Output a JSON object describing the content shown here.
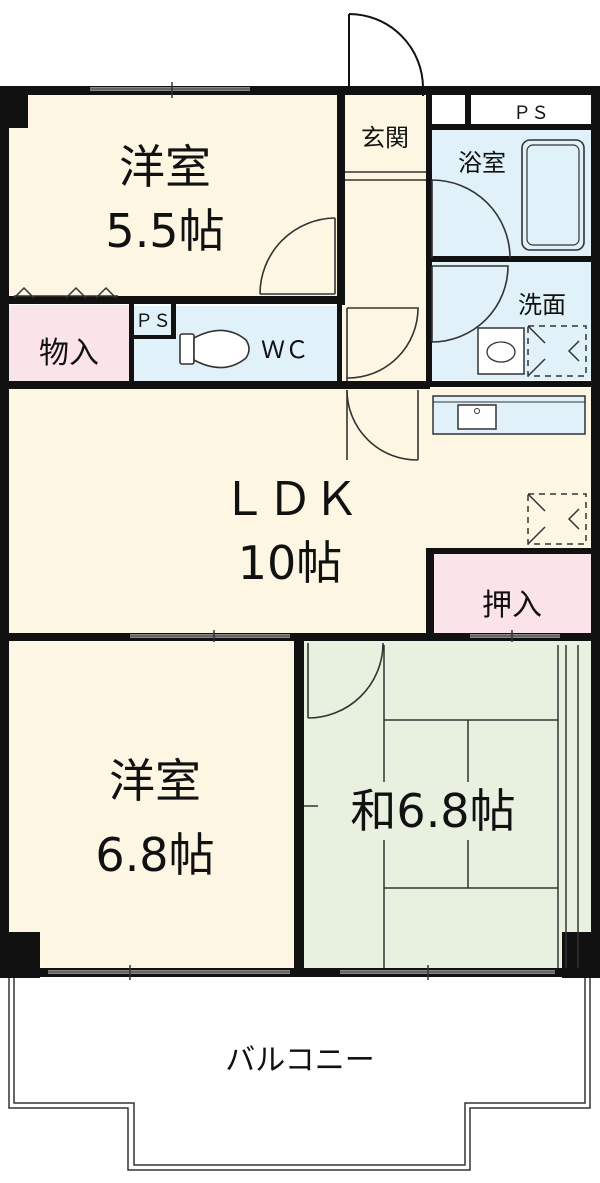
{
  "rooms": {
    "western_north": {
      "name": "洋室",
      "size": "5.5帖"
    },
    "storage": "物入",
    "ps_small": "ＰＳ",
    "wc": "ＷＣ",
    "entrance": "玄関",
    "ps_top": "ＰＳ",
    "bath": "浴室",
    "washroom": "洗面",
    "ldk": {
      "name": "ＬＤＫ",
      "size": "10帖"
    },
    "closet": "押入",
    "western_south": {
      "name": "洋室",
      "size": "6.8帖"
    },
    "japanese": "和6.8帖",
    "balcony": "バルコニー"
  },
  "colors": {
    "western": "#FDF6E3",
    "storage": "#FBE3EA",
    "wet_area": "#E0F1FA",
    "japanese": "#E8F0E0",
    "wall": "#111111",
    "line": "#333333"
  }
}
